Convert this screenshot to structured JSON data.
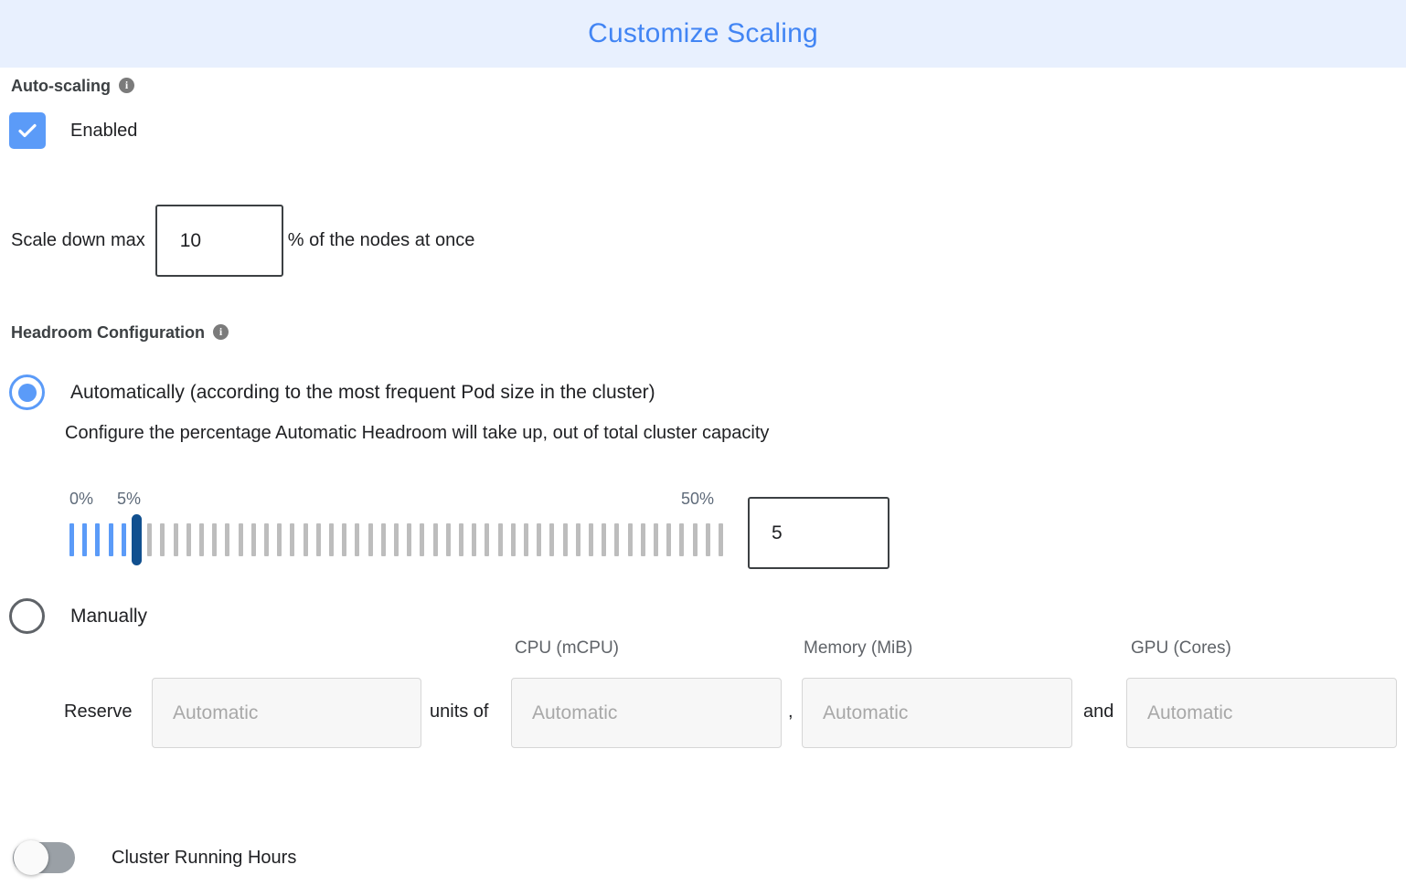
{
  "header": {
    "title": "Customize Scaling",
    "title_color": "#4285f4",
    "background": "#e8f0fe"
  },
  "autoscaling": {
    "section_label": "Auto-scaling",
    "info_glyph": "i",
    "enabled_label": "Enabled",
    "enabled_checked": true,
    "scale_down": {
      "prefix_label": "Scale down max",
      "value": "10",
      "suffix_label": "% of the nodes at once"
    }
  },
  "headroom": {
    "section_label": "Headroom Configuration",
    "info_glyph": "i",
    "automatic": {
      "label": "Automatically (according to the most frequent Pod size in the cluster)",
      "selected": true,
      "description": "Configure the percentage Automatic Headroom will take up, out of total cluster capacity"
    },
    "slider": {
      "min_label": "0%",
      "current_label": "5%",
      "max_label": "50%",
      "min": 0,
      "max": 50,
      "value": 5,
      "value_box": "5",
      "filled_color": "#5b9bf8",
      "empty_color": "#bdbdbd",
      "thumb_color": "#11508f"
    },
    "manual": {
      "label": "Manually",
      "selected": false,
      "reserve_label": "Reserve",
      "units_of_label": "units of",
      "comma_label": ",",
      "and_label": "and",
      "columns": [
        {
          "header": "CPU (mCPU)",
          "placeholder": "Automatic",
          "value": ""
        },
        {
          "header": "Memory (MiB)",
          "placeholder": "Automatic",
          "value": ""
        },
        {
          "header": "GPU (Cores)",
          "placeholder": "Automatic",
          "value": ""
        }
      ],
      "units_placeholder": "Automatic",
      "units_value": ""
    }
  },
  "cluster_running_hours": {
    "label": "Cluster Running Hours",
    "enabled": false
  }
}
